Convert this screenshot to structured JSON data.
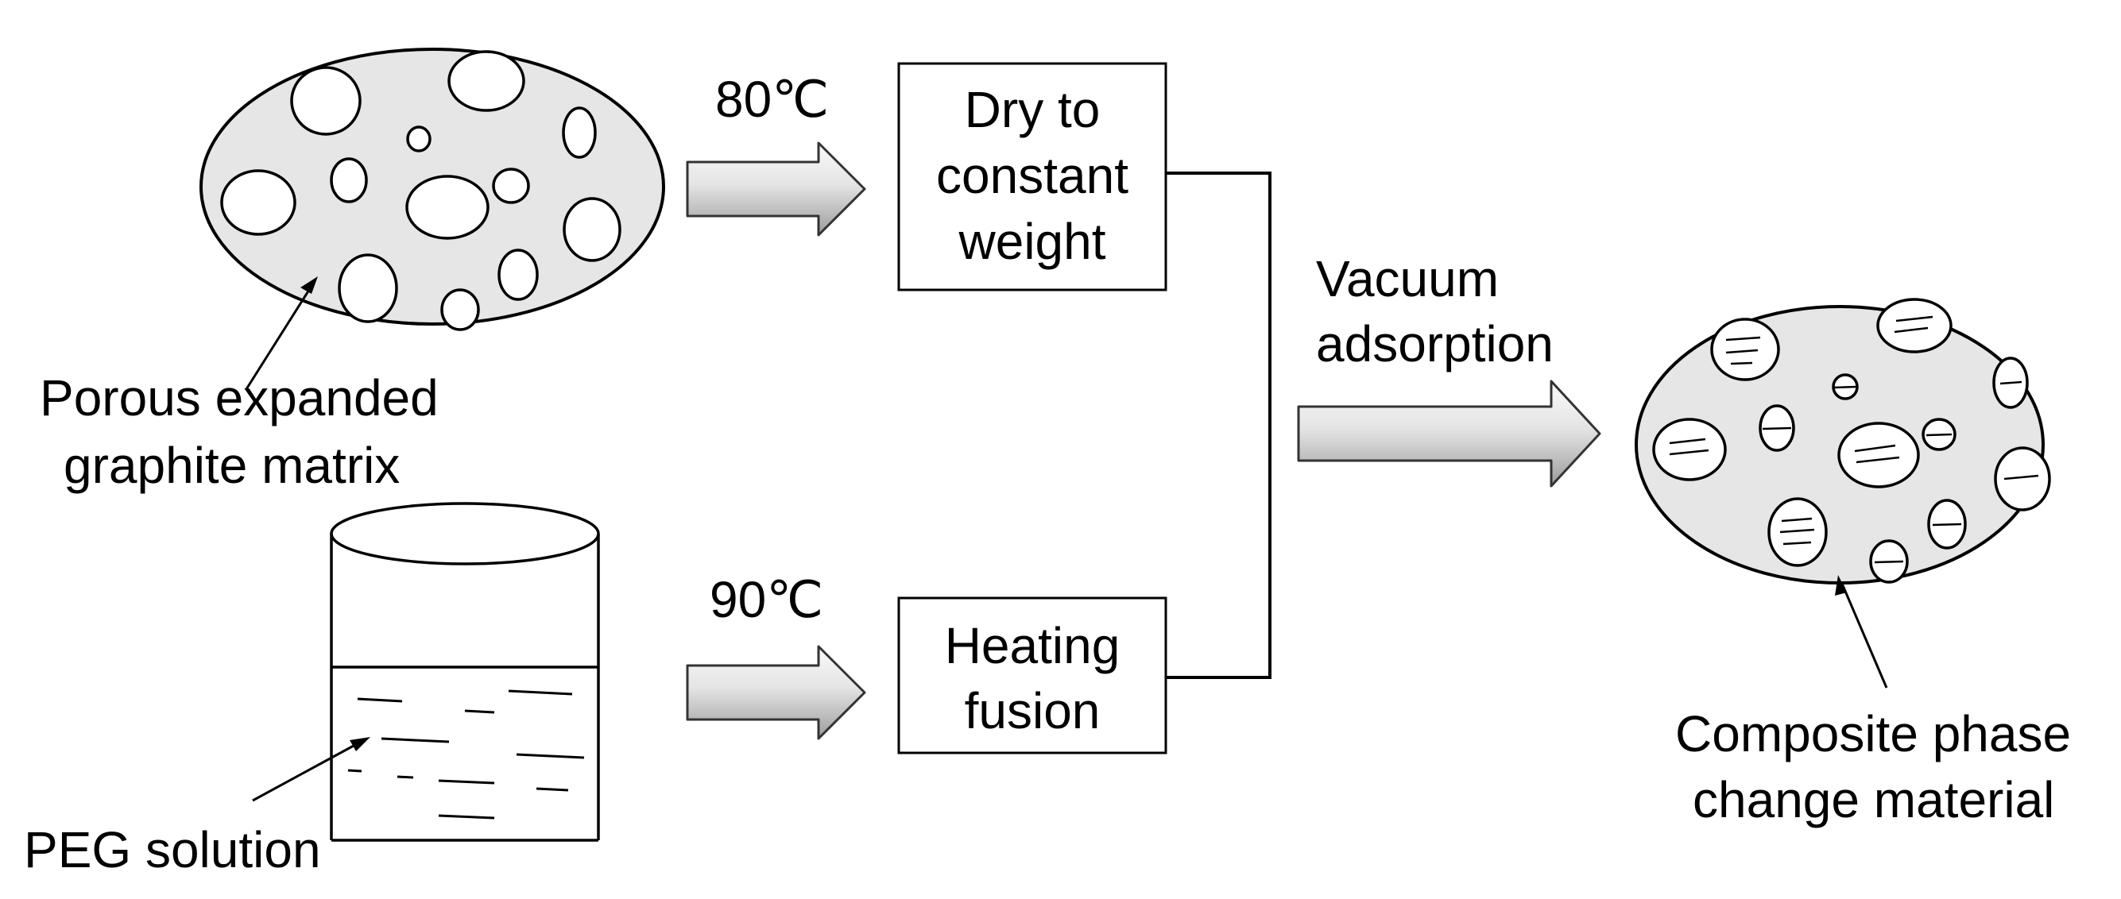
{
  "labels": {
    "matrix_line1": "Porous expanded",
    "matrix_line2": "graphite matrix",
    "peg": "PEG solution",
    "temp_top": "80℃",
    "temp_bottom": "90℃",
    "dry_line1": "Dry to",
    "dry_line2": "constant",
    "dry_line3": "weight",
    "heat_line1": "Heating",
    "heat_line2": "fusion",
    "vacuum_line1": "Vacuum",
    "vacuum_line2": "adsorption",
    "composite_line1": "Composite phase",
    "composite_line2": "change material"
  },
  "colors": {
    "ellipse_fill": "#e6e6e6",
    "stroke": "#000000",
    "arrow_light": "#f4f4f4",
    "arrow_dark": "#9a9a9a"
  }
}
